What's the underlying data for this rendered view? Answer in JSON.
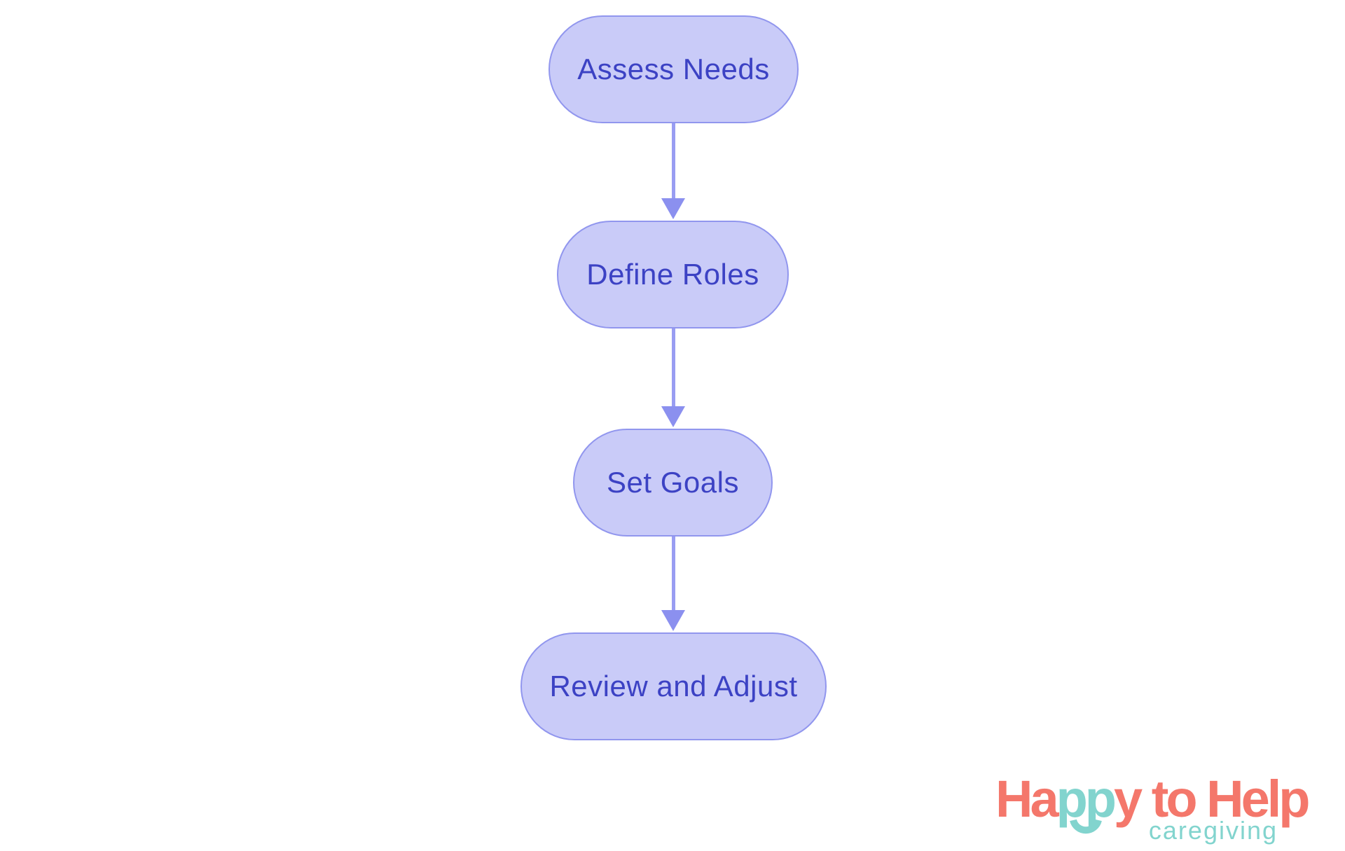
{
  "background_color": "#ffffff",
  "flowchart": {
    "type": "flow",
    "direction": "top-down",
    "nodes": [
      {
        "id": "n1",
        "label": "Assess Needs"
      },
      {
        "id": "n2",
        "label": "Define Roles"
      },
      {
        "id": "n3",
        "label": "Set Goals"
      },
      {
        "id": "n4",
        "label": "Review and Adjust"
      }
    ],
    "edges": [
      {
        "from": "Assess Needs",
        "to": "Define Roles"
      },
      {
        "from": "Define Roles",
        "to": "Set Goals"
      },
      {
        "from": "Set Goals",
        "to": "Review and Adjust"
      }
    ],
    "colors": {
      "node_fill": "#C9CBF8",
      "node_border": "#9196EE",
      "node_text": "#3C42C4",
      "arrow_line": "#999DF2",
      "arrow_head": "#8B90EF"
    }
  },
  "logo": {
    "word1_part1": "Ha",
    "word1_part2": "pp",
    "word1_part3": "y to Help",
    "tagline": "caregiving",
    "colors": {
      "coral": "#F4776B",
      "teal": "#82D4CE"
    }
  }
}
